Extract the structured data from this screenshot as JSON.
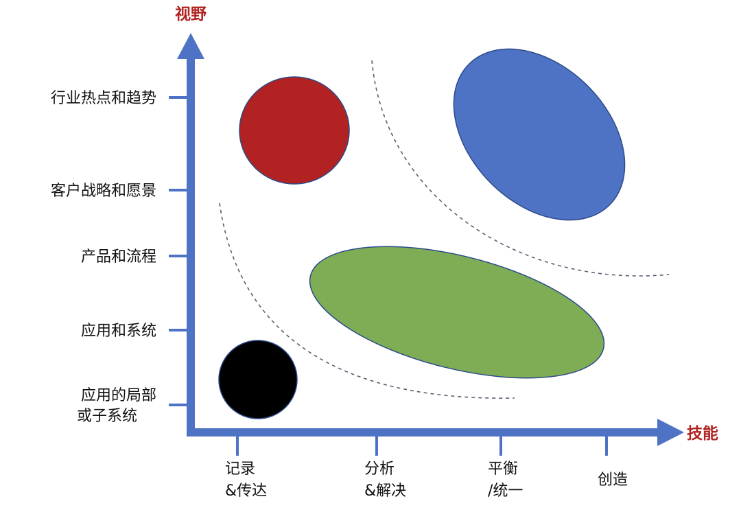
{
  "axes": {
    "y_title": "视野",
    "x_title": "技能",
    "title_color": "#b22222",
    "axis_color": "#4f73c4"
  },
  "y_levels": [
    {
      "lines": [
        "行业热点和趋势"
      ]
    },
    {
      "lines": [
        "客户战略和愿景"
      ]
    },
    {
      "lines": [
        "产品和流程"
      ]
    },
    {
      "lines": [
        "应用和系统"
      ]
    },
    {
      "lines": [
        "应用的局部",
        "或子系统"
      ]
    }
  ],
  "x_levels": [
    {
      "lines": [
        "记录",
        "&传达"
      ]
    },
    {
      "lines": [
        "分析",
        "&解决"
      ]
    },
    {
      "lines": [
        "平衡",
        "/统一"
      ]
    },
    {
      "lines": [
        "创造"
      ]
    }
  ],
  "regions": [
    {
      "name": "black-circle",
      "color": "#000000"
    },
    {
      "name": "red-circle",
      "color": "#b22222"
    },
    {
      "name": "green-ellipse",
      "color": "#7fad55"
    },
    {
      "name": "blue-ellipse",
      "color": "#4f73c4"
    }
  ],
  "divider_color": "#556070"
}
